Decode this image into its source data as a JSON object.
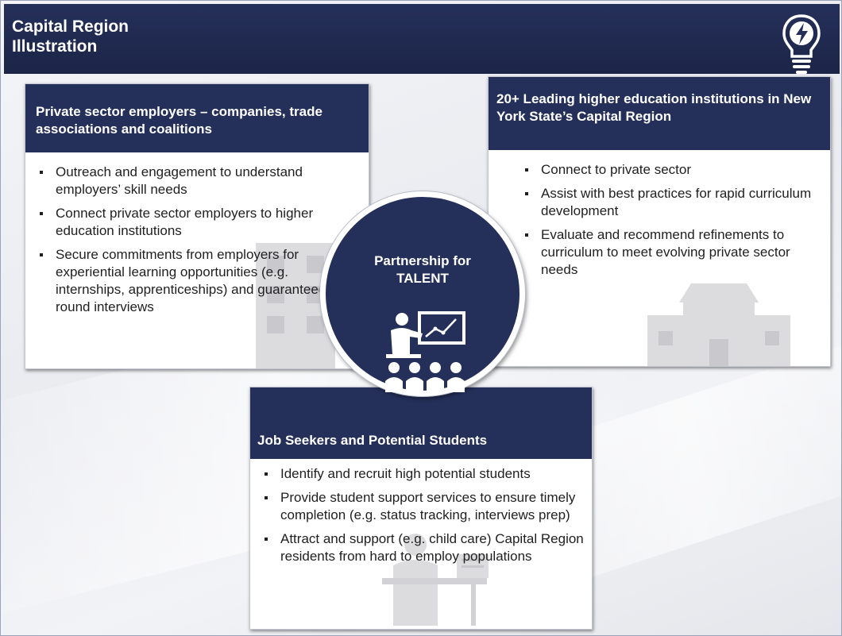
{
  "header": {
    "title": "Capital Region\nIllustration"
  },
  "employers": {
    "heading": "Private sector employers – companies, trade associations and coalitions",
    "bullets": [
      "Outreach and engagement to understand employers’ skill needs",
      "Connect private sector employers to higher education institutions",
      "Secure commitments from employers for experiential learning opportunities (e.g. internships, apprenticeships) and guaranteed final round interviews"
    ]
  },
  "higher_ed": {
    "heading": "20+ Leading higher education institutions in New York State’s Capital Region",
    "bullets": [
      "Connect to private sector",
      "Assist with best practices for rapid curriculum development",
      "Evaluate and recommend refinements to curriculum to meet evolving private sector needs"
    ]
  },
  "center": {
    "label": "Partnership for\nTALENT"
  },
  "students": {
    "heading": "Job Seekers and Potential Students",
    "bullets": [
      "Identify and recruit high potential students",
      "Provide student support services to ensure timely completion (e.g. status tracking, interviews prep)",
      "Attract and support (e.g. child care) Capital Region residents from hard to employ populations"
    ]
  },
  "colors": {
    "navy": "#25305a",
    "white": "#ffffff",
    "text": "#1f1f1f"
  },
  "icons": [
    "lightbulb-icon",
    "office-building-icon",
    "university-icon",
    "presenter-icon",
    "audience-icon",
    "student-desk-icon"
  ]
}
